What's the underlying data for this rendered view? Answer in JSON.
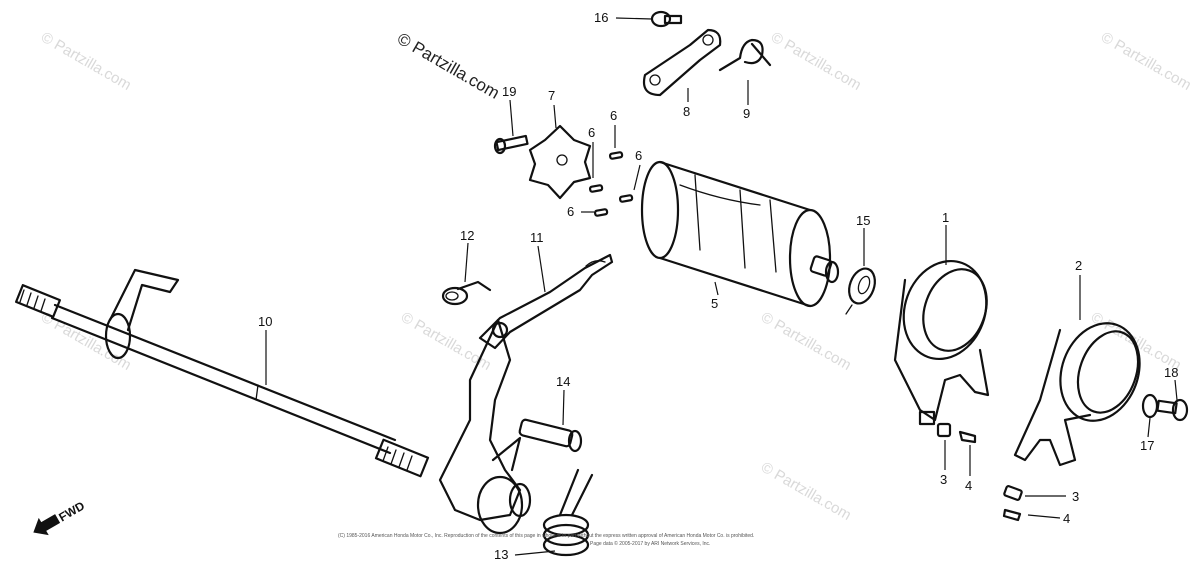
{
  "watermark": "© Partzilla.com",
  "fwd_label": "FWD",
  "footer_line1": "(C) 1985-2016 American Honda Motor Co., Inc. Reproduction of the contents of this page in whole or in part without the express written approval of American Honda Motor Co. is prohibited.",
  "footer_line2": "Page data © 2005-2017 by ARI Network Services, Inc.",
  "callouts": [
    "1",
    "2",
    "3",
    "4",
    "3",
    "4",
    "5",
    "6",
    "6",
    "6",
    "6",
    "7",
    "8",
    "9",
    "10",
    "11",
    "12",
    "13",
    "14",
    "15",
    "16",
    "17",
    "18",
    "19"
  ]
}
